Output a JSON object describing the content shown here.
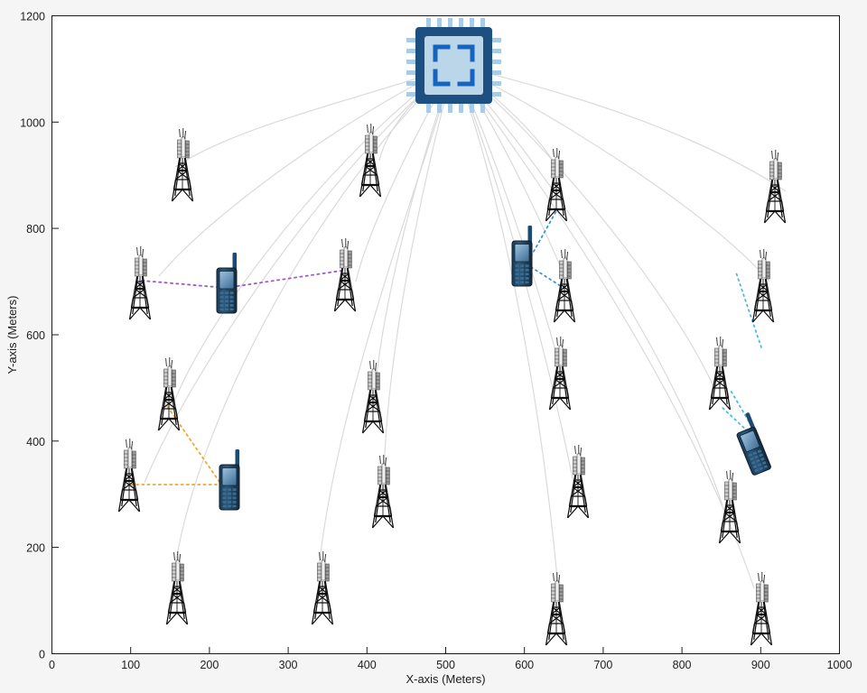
{
  "figure": {
    "background_color": "#f5f5f5",
    "plot_background_color": "#ffffff",
    "axis_color": "#1a1a1a"
  },
  "chart_data": {
    "type": "scatter",
    "title": "",
    "xlabel": "X-axis (Meters)",
    "ylabel": "Y-axis (Meters)",
    "xlim": [
      0,
      1000
    ],
    "ylim": [
      0,
      1200
    ],
    "xticks": [
      0,
      100,
      200,
      300,
      400,
      500,
      600,
      700,
      800,
      900,
      1000
    ],
    "yticks": [
      0,
      200,
      400,
      600,
      800,
      1000,
      1200
    ],
    "grid": false,
    "legend": "none",
    "series": [
      {
        "name": "Central Unit (chip)",
        "marker": "chip-icon",
        "points": [
          {
            "x": 500,
            "y": 1100
          }
        ]
      },
      {
        "name": "Base Stations (cell towers)",
        "marker": "cell-tower-icon",
        "points": [
          {
            "x": 160,
            "y": 920
          },
          {
            "x": 405,
            "y": 915
          },
          {
            "x": 640,
            "y": 895
          },
          {
            "x": 870,
            "y": 865
          },
          {
            "x": 148,
            "y": 715
          },
          {
            "x": 382,
            "y": 725
          },
          {
            "x": 632,
            "y": 700
          },
          {
            "x": 858,
            "y": 700
          },
          {
            "x": 182,
            "y": 480
          },
          {
            "x": 412,
            "y": 475
          },
          {
            "x": 622,
            "y": 520
          },
          {
            "x": 808,
            "y": 525
          },
          {
            "x": 138,
            "y": 330
          },
          {
            "x": 422,
            "y": 300
          },
          {
            "x": 648,
            "y": 320
          },
          {
            "x": 840,
            "y": 275
          },
          {
            "x": 190,
            "y": 130
          },
          {
            "x": 358,
            "y": 130
          },
          {
            "x": 622,
            "y": 105
          },
          {
            "x": 852,
            "y": 105
          }
        ]
      },
      {
        "name": "User Equipment (mobile phones)",
        "marker": "mobile-phone-icon",
        "points": [
          {
            "x": 228,
            "y": 690,
            "orientation": "upright",
            "link_color": "#9b59d0"
          },
          {
            "x": 595,
            "y": 750,
            "orientation": "upright",
            "link_color": "#2f8fd8"
          },
          {
            "x": 232,
            "y": 325,
            "orientation": "upright",
            "link_color": "#f0a830"
          },
          {
            "x": 862,
            "y": 400,
            "orientation": "tilted",
            "link_color": "#3fb8e8"
          }
        ]
      }
    ],
    "backhaul_links": {
      "name": "Backhaul links from central unit to base stations",
      "color": "#d8d8d8",
      "style": "solid-curved",
      "count": 20
    },
    "access_links": [
      {
        "name": "UE-1 access links",
        "color": "#9b59d0",
        "style": "dotted",
        "from": {
          "x": 228,
          "y": 690
        },
        "to": [
          {
            "x": 148,
            "y": 715
          },
          {
            "x": 382,
            "y": 725
          }
        ]
      },
      {
        "name": "UE-2 access links",
        "color": "#2f8fd8",
        "style": "dotted",
        "from": {
          "x": 595,
          "y": 750
        },
        "to": [
          {
            "x": 640,
            "y": 895
          },
          {
            "x": 632,
            "y": 700
          }
        ]
      },
      {
        "name": "UE-3 access links",
        "color": "#f0a830",
        "style": "dotted",
        "from": {
          "x": 232,
          "y": 325
        },
        "to": [
          {
            "x": 182,
            "y": 480
          },
          {
            "x": 138,
            "y": 330
          }
        ]
      },
      {
        "name": "UE-4 access links",
        "color": "#3fb8e8",
        "style": "dotted",
        "from": {
          "x": 862,
          "y": 400
        },
        "to": [
          {
            "x": 808,
            "y": 525
          },
          {
            "x": 840,
            "y": 275
          }
        ]
      }
    ]
  },
  "axes": {
    "x_title": "X-axis (Meters)",
    "y_title": "Y-axis (Meters)",
    "x_tick_labels": [
      "0",
      "100",
      "200",
      "300",
      "400",
      "500",
      "600",
      "700",
      "800",
      "900",
      "1000"
    ],
    "y_tick_labels": [
      "0",
      "200",
      "400",
      "600",
      "800",
      "1000",
      "1200"
    ]
  },
  "icons": {
    "chip": "chip-icon",
    "tower": "cell-tower-icon",
    "phone": "mobile-phone-icon"
  }
}
